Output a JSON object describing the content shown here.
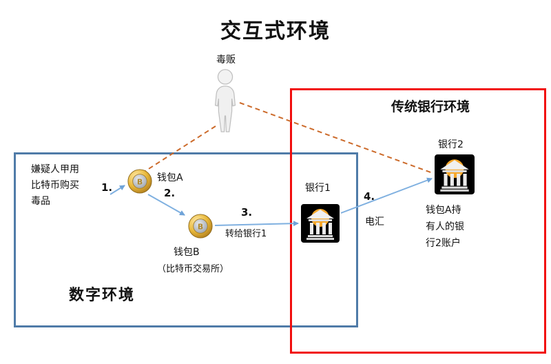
{
  "title": "交互式环境",
  "actor": {
    "label": "毒贩"
  },
  "digital_env": {
    "label": "数字环境",
    "suspect_text": [
      "嫌疑人甲用",
      "比特币购买",
      "毒品"
    ],
    "wallet_a": {
      "label": "钱包A"
    },
    "wallet_b": {
      "label": "钱包B",
      "sublabel": "（比特币交易所）"
    }
  },
  "bank_env": {
    "label": "传统银行环境",
    "bank1": {
      "label": "银行1"
    },
    "bank2": {
      "label": "银行2",
      "note": [
        "钱包A持",
        "有人的银",
        "行2账户"
      ]
    }
  },
  "steps": [
    {
      "num": "1."
    },
    {
      "num": "2."
    },
    {
      "num": "3.",
      "label": "转给银行1"
    },
    {
      "num": "4.",
      "label": "电汇"
    }
  ],
  "colors": {
    "digital_box_border": "#4f7ba8",
    "bank_box_border": "#f10e0e",
    "arrow_blue": "#7fb0e0",
    "dashed_orange": "#cc6a2a",
    "coin_gold": "#e8b83a",
    "bank_sun": "#f6a82c"
  }
}
